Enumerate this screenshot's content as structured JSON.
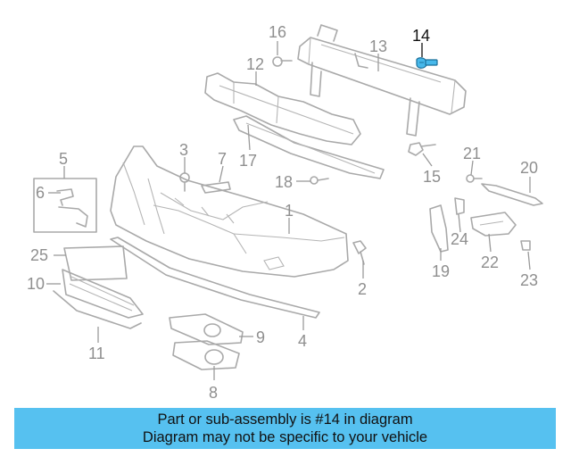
{
  "diagram": {
    "callouts": [
      "1",
      "2",
      "3",
      "4",
      "5",
      "6",
      "7",
      "8",
      "9",
      "10",
      "11",
      "12",
      "13",
      "14",
      "15",
      "16",
      "17",
      "18",
      "19",
      "20",
      "21",
      "22",
      "23",
      "24",
      "25"
    ],
    "highlighted_callout": "14",
    "colors": {
      "highlight": "#47b8ea",
      "banner": "#56c1f0",
      "parts": "#a9a9a9",
      "labels": "#8f8f8f"
    }
  },
  "banner": {
    "line1": "Part or sub-assembly is #14 in diagram",
    "line2": "Diagram may not be specific to your vehicle"
  }
}
